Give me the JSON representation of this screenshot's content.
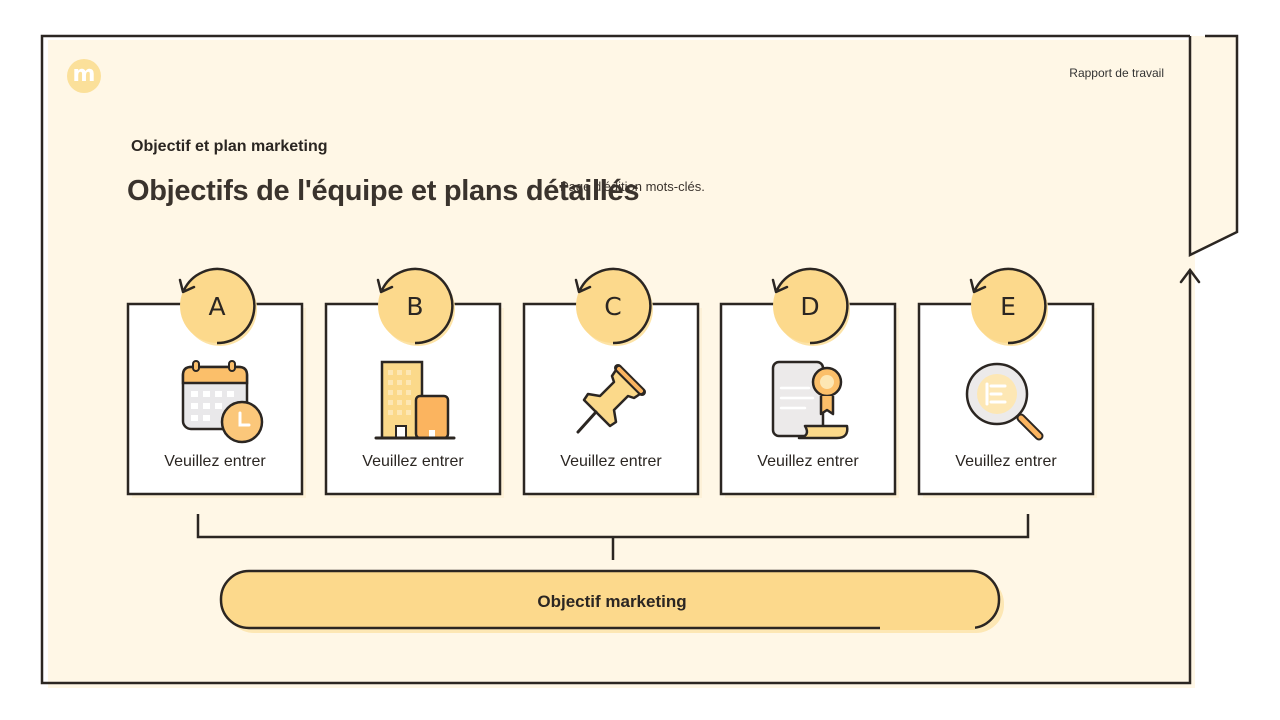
{
  "header": {
    "logo_letter": "m",
    "report_label": "Rapport de travail"
  },
  "section_label": "Objectif et plan marketing",
  "page_title": "Objectifs de l'équipe et plans détaillés",
  "subtitle": "Page d'édition mots-clés.",
  "cards": [
    {
      "letter": "A",
      "label": "Veuillez entrer",
      "icon": "calendar-clock-icon"
    },
    {
      "letter": "B",
      "label": "Veuillez entrer",
      "icon": "building-icon"
    },
    {
      "letter": "C",
      "label": "Veuillez entrer",
      "icon": "pushpin-icon"
    },
    {
      "letter": "D",
      "label": "Veuillez entrer",
      "icon": "certificate-icon"
    },
    {
      "letter": "E",
      "label": "Veuillez entrer",
      "icon": "search-document-icon"
    }
  ],
  "goal_label": "Objectif marketing",
  "colors": {
    "background": "#fff7e6",
    "accent": "#fbd98a",
    "accent_light": "#fde7b4",
    "stroke": "#2b2622"
  }
}
